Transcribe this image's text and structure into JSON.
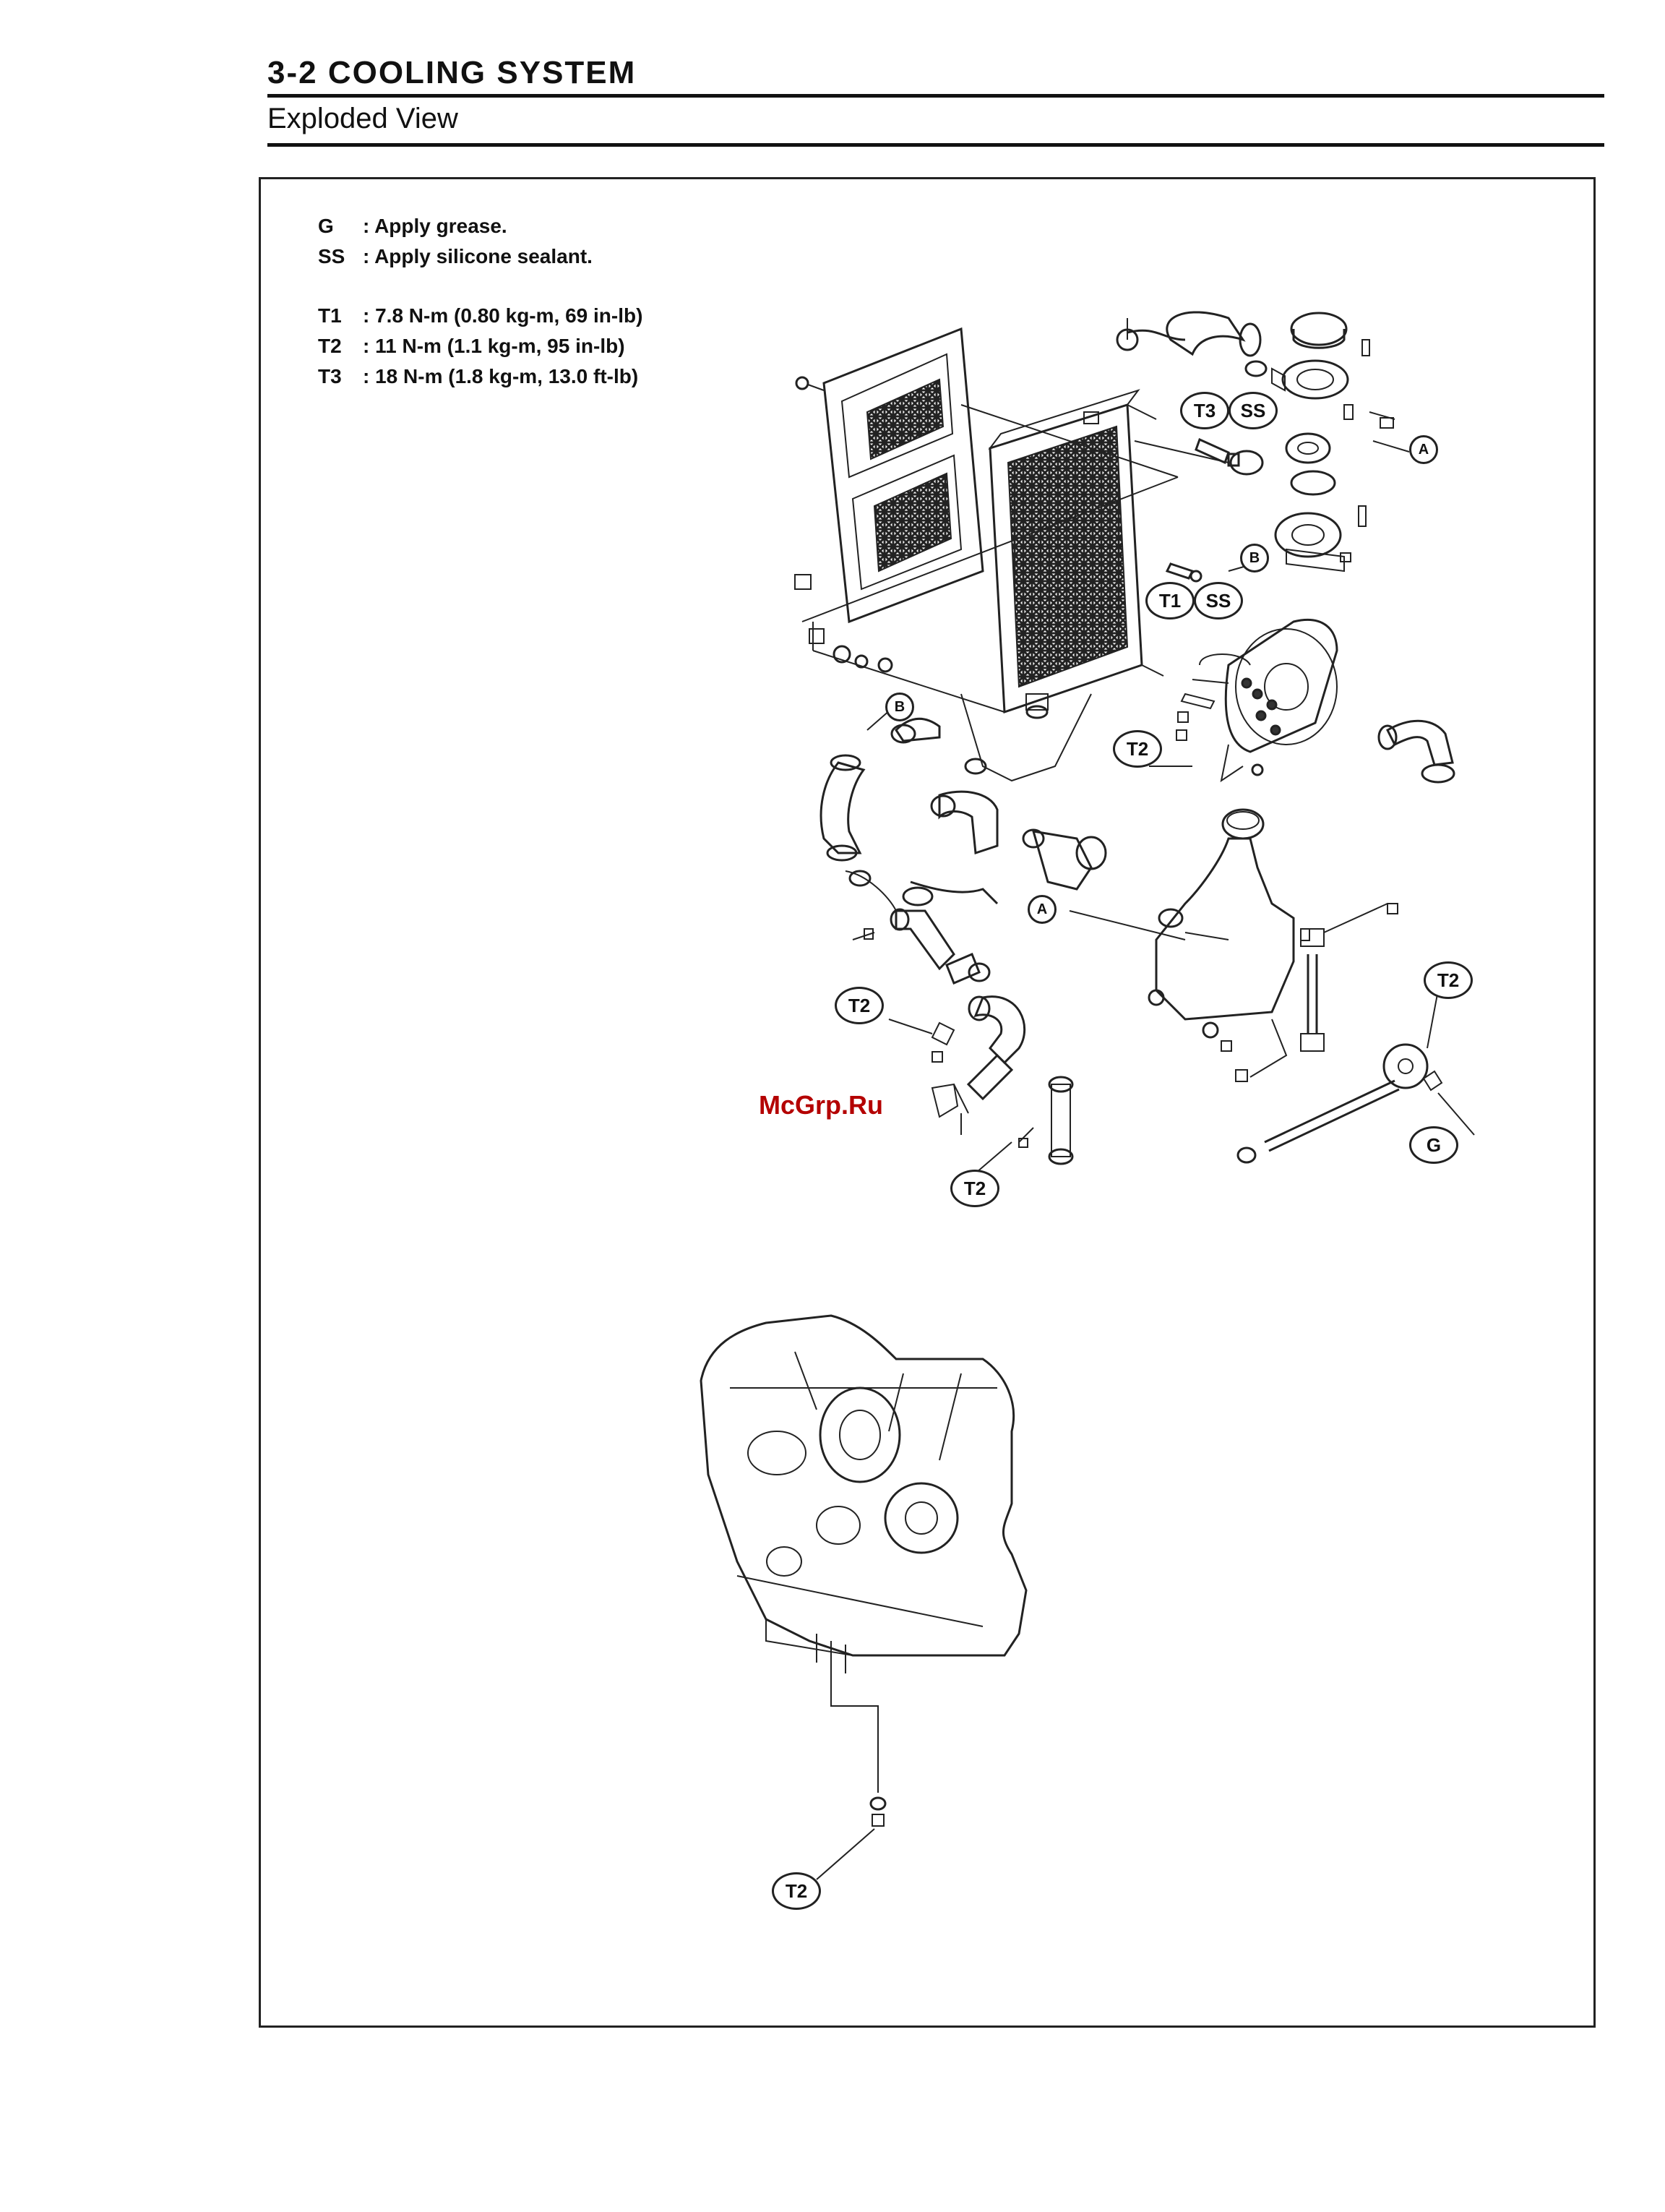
{
  "header": {
    "section": "3-2  COOLING SYSTEM",
    "subtitle": "Exploded View"
  },
  "legend": [
    {
      "key": "G",
      "text": ": Apply grease."
    },
    {
      "key": "SS",
      "text": ": Apply silicone sealant."
    },
    {
      "key": "T1",
      "text": ": 7.8 N-m (0.80 kg-m, 69 in-lb)"
    },
    {
      "key": "T2",
      "text": ": 11 N-m (1.1 kg-m, 95 in-lb)"
    },
    {
      "key": "T3",
      "text": ": 18 N-m (1.8 kg-m, 13.0 ft-lb)"
    }
  ],
  "callouts": {
    "t3": "T3",
    "ss1": "SS",
    "t1": "T1",
    "ss2": "SS",
    "t2_a": "T2",
    "t2_b": "T2",
    "t2_c": "T2",
    "t2_d": "T2",
    "t2_e": "T2",
    "g": "G",
    "a1": "A",
    "a2": "A",
    "b1": "B",
    "b2": "B"
  },
  "watermark": "McGrp.Ru"
}
